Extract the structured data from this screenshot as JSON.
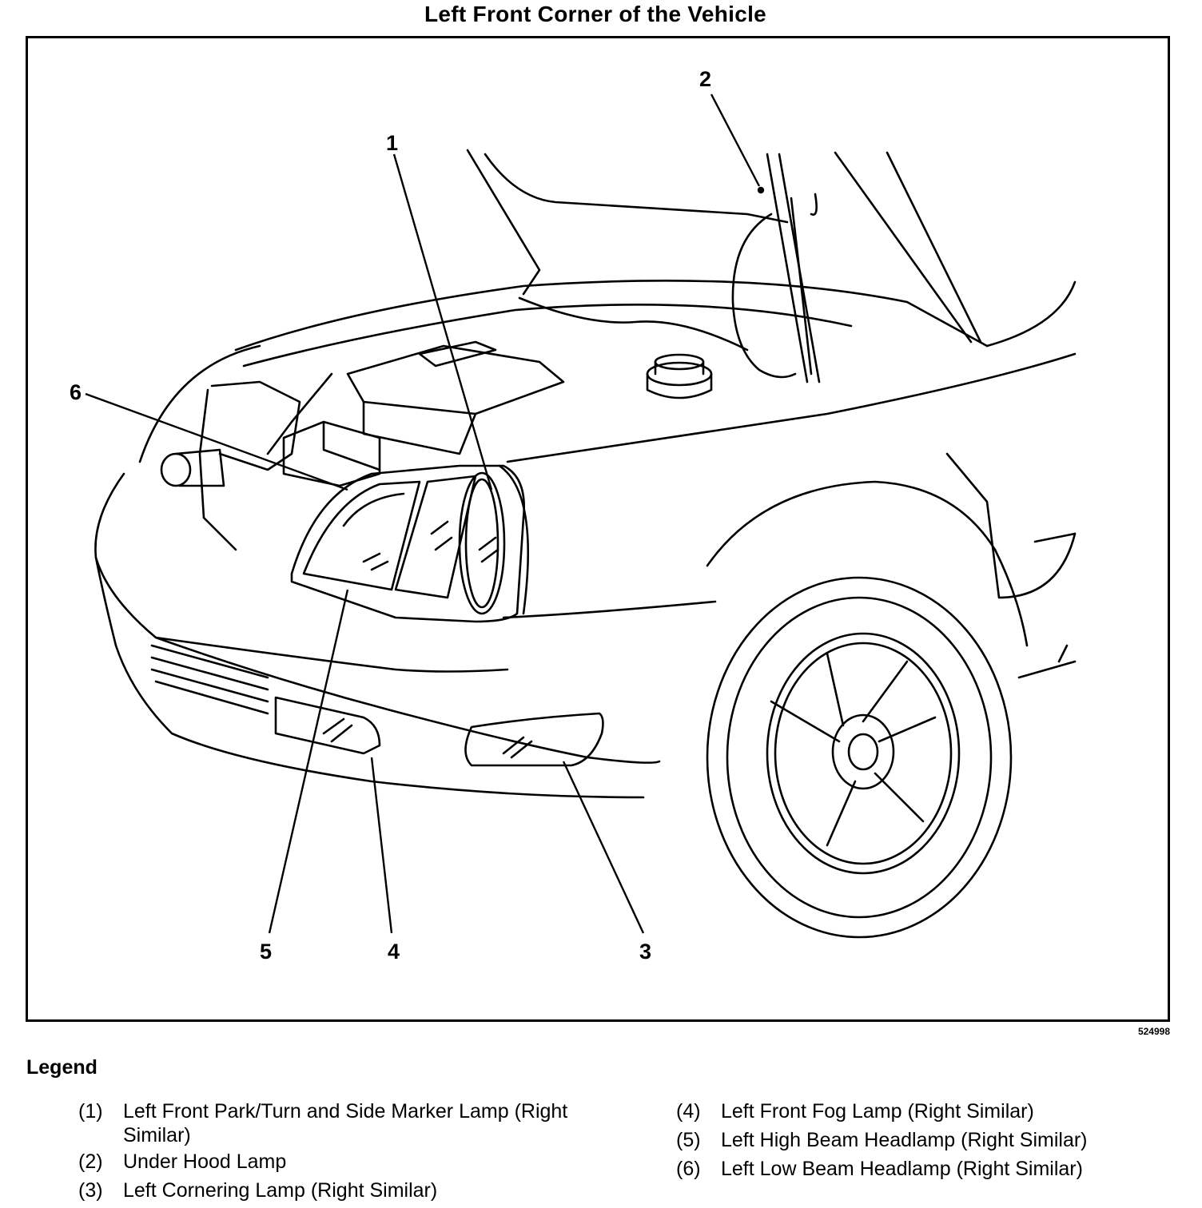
{
  "title": "Left Front Corner of the Vehicle",
  "figure_id": "524998",
  "callouts": [
    "1",
    "2",
    "3",
    "4",
    "5",
    "6"
  ],
  "legend": {
    "title": "Legend",
    "items": [
      {
        "num": "(1)",
        "text": "Left Front Park/Turn and Side Marker Lamp (Right Similar)"
      },
      {
        "num": "(2)",
        "text": "Under Hood Lamp"
      },
      {
        "num": "(3)",
        "text": "Left Cornering Lamp (Right Similar)"
      },
      {
        "num": "(4)",
        "text": "Left Front Fog Lamp (Right Similar)"
      },
      {
        "num": "(5)",
        "text": "Left High Beam Headlamp (Right Similar)"
      },
      {
        "num": "(6)",
        "text": "Left Low Beam Headlamp (Right Similar)"
      }
    ]
  }
}
